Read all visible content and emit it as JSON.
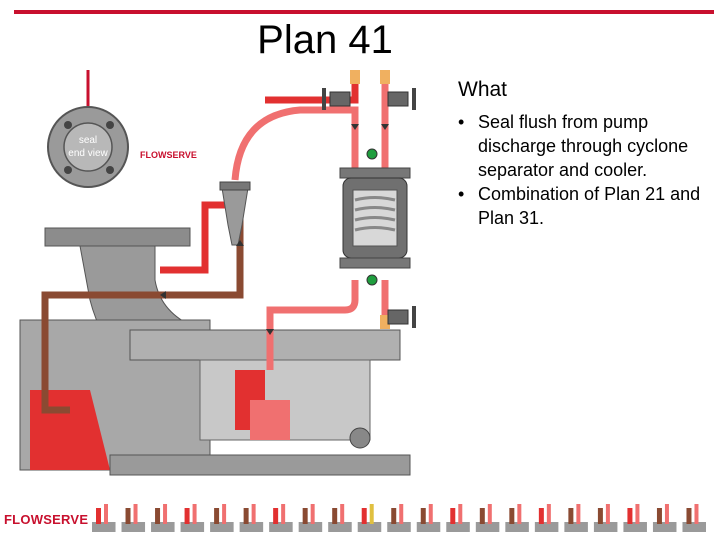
{
  "title": "Plan 41",
  "section": {
    "heading": "What",
    "bullets": [
      "Seal flush from pump discharge through cyclone separator and cooler.",
      "Combination of Plan 21 and Plan 31."
    ]
  },
  "diagram": {
    "seal_label_line1": "seal",
    "seal_label_line2": "end view",
    "brand_small": "FLOWSERVE"
  },
  "footer": {
    "brand": "FLOWSERVE",
    "thumbnail_count": 21
  },
  "colors": {
    "brand_red": "#c8102e",
    "flush_red": "#e23030",
    "flush_light": "#f07070",
    "return_brown": "#8a4a32",
    "casing_gray": "#8c8c8c",
    "cooler_gray": "#707070"
  }
}
